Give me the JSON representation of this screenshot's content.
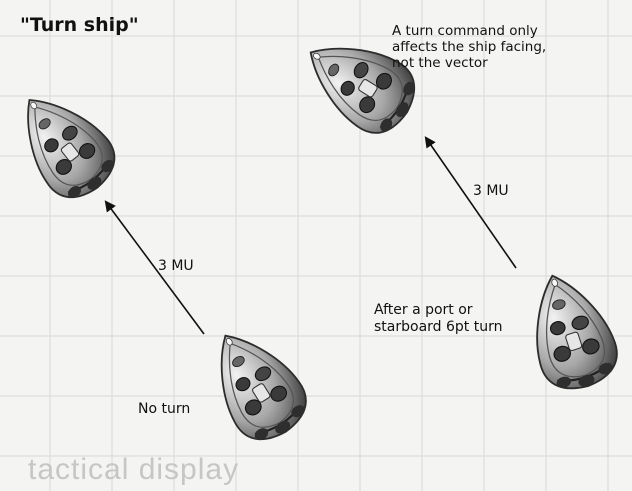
{
  "title": "\"Turn ship\"",
  "turn_note": "A turn command only\naffects the ship facing,\nnot the vector",
  "move_left": "3 MU",
  "move_right": "3 MU",
  "after_turn": "After a port or\nstarboard 6pt turn",
  "no_turn": "No turn",
  "watermark": "tactical display",
  "colors": {
    "background": "#f4f4f2",
    "grid": "#d9d9d6",
    "hull_light": "#efefef",
    "hull_dark": "#3a3a3a",
    "arrow": "#111111"
  }
}
